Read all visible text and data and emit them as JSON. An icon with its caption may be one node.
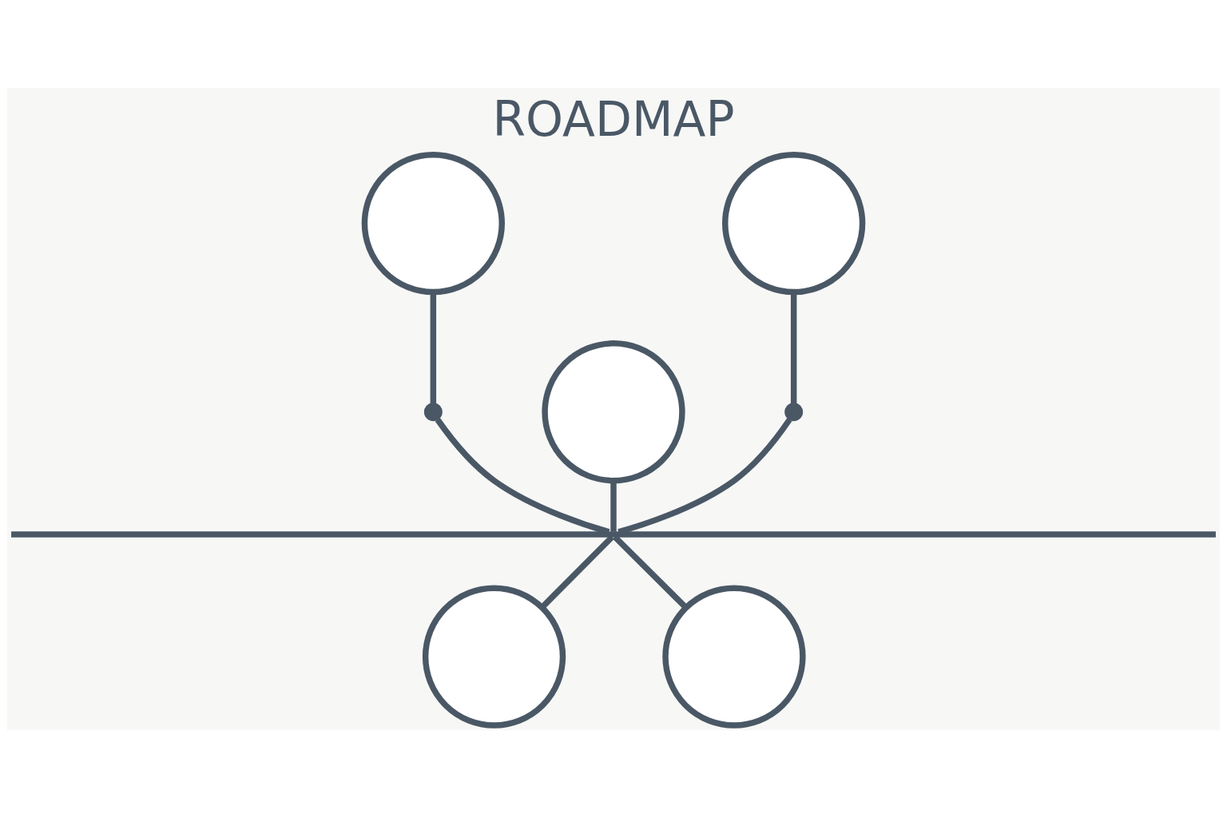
{
  "diagram": {
    "title": "ROADMAP",
    "nodes": [
      {
        "text": [],
        "shape": "circle"
      },
      {
        "text": [],
        "shape": "circle"
      },
      {
        "text": [],
        "shape": "circle"
      },
      {
        "text": [],
        "shape": "circle"
      },
      {
        "text": [],
        "shape": "circle"
      },
      {
        "text": [],
        "shape": "dot"
      },
      {
        "text": [],
        "shape": "dot"
      },
      {
        "text": [],
        "shape": "line"
      }
    ],
    "edges": [
      {
        "from": 0,
        "to": 5,
        "arrow": "none"
      },
      {
        "from": 4,
        "to": 6,
        "arrow": "none"
      },
      {
        "from": 5,
        "to": 7,
        "arrow": "none"
      },
      {
        "from": 6,
        "to": 7,
        "arrow": "none"
      },
      {
        "from": 2,
        "to": 7,
        "arrow": "none"
      },
      {
        "from": 7,
        "to": 1,
        "arrow": "none"
      },
      {
        "from": 7,
        "to": 3,
        "arrow": "none"
      }
    ]
  }
}
